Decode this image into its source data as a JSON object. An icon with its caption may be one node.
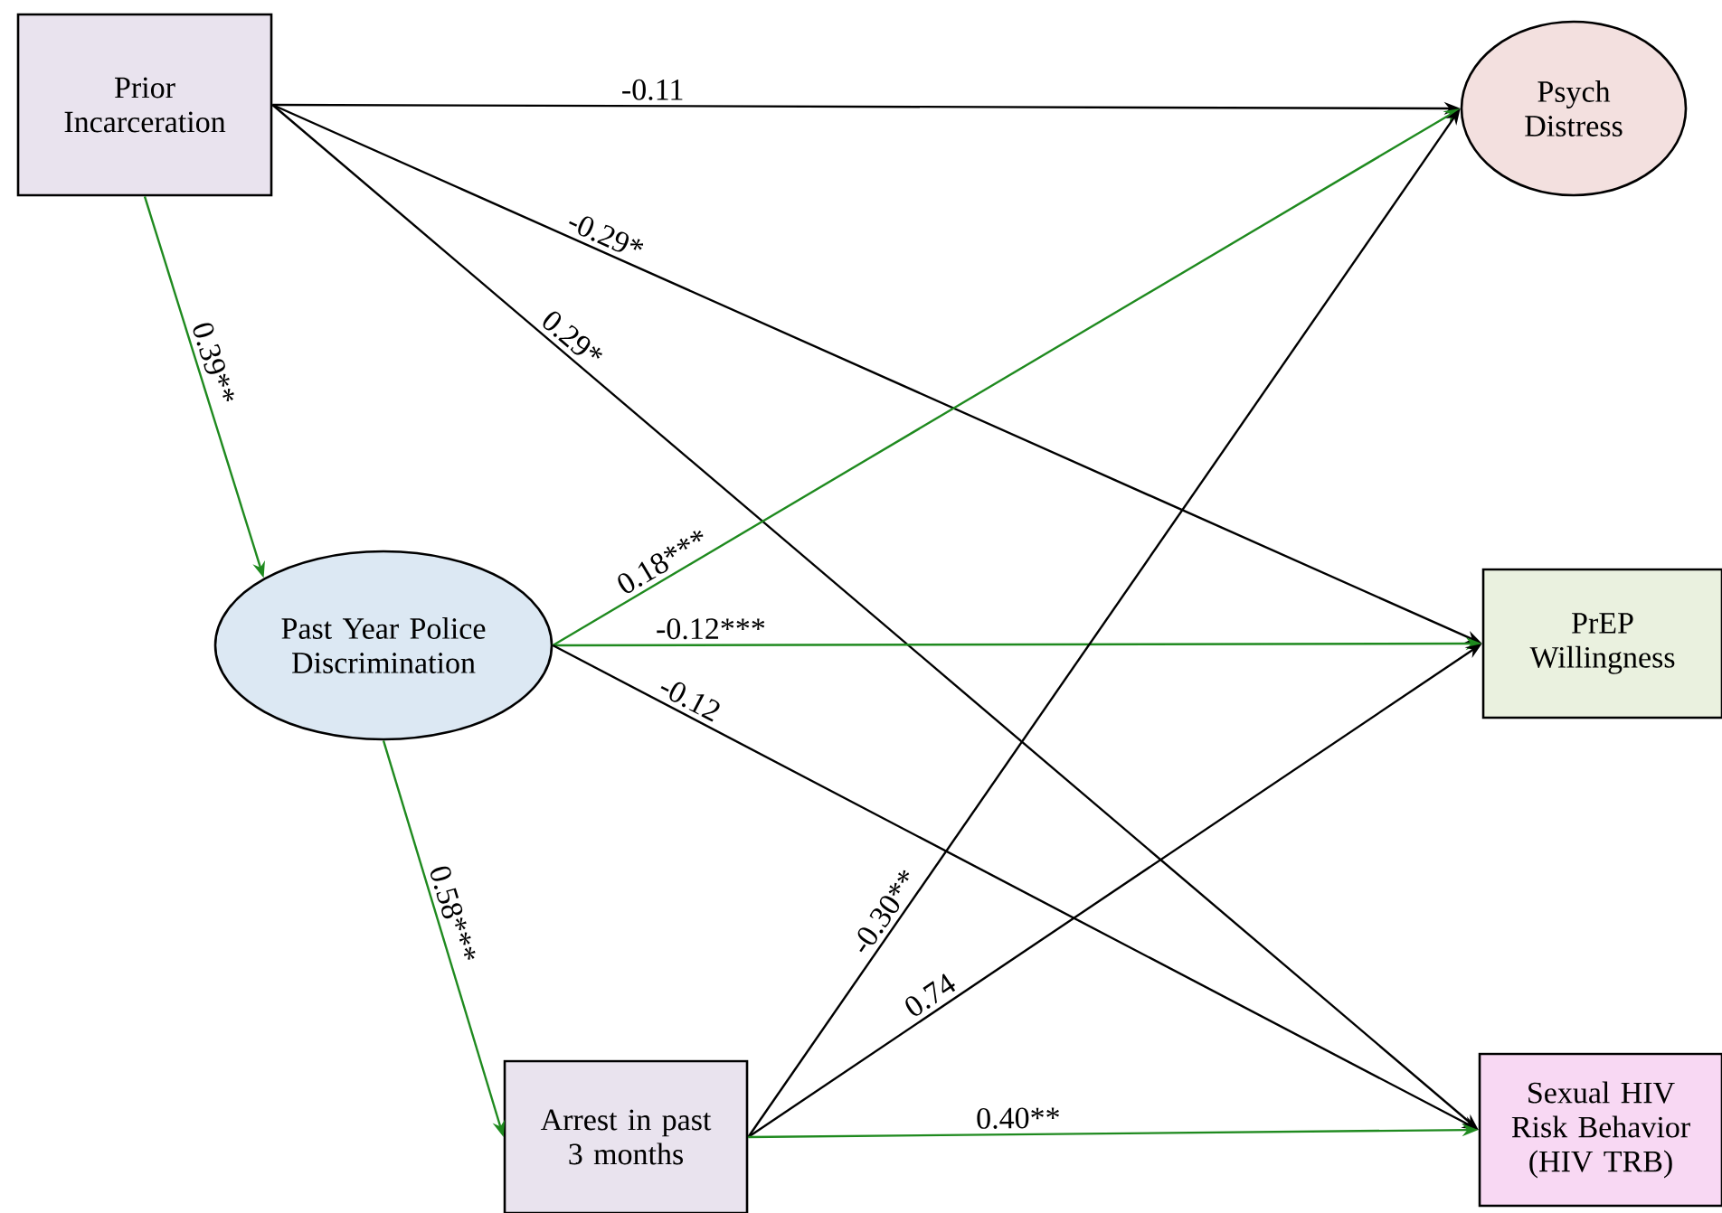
{
  "diagram": {
    "nodes": [
      {
        "text": [
          "Prior Incarceration"
        ]
      },
      {
        "text": [
          "Psych Distress"
        ]
      },
      {
        "text": [
          "Past Year Police Discrimination"
        ]
      },
      {
        "text": [
          "PrEP Willingness"
        ]
      },
      {
        "text": [
          "Arrest in past 3 months"
        ]
      },
      {
        "text": [
          "Sexual HIV Risk Behavior (HIV TRB)"
        ]
      }
    ],
    "edges": [
      {
        "from": 0,
        "to": 1,
        "arrow": "to",
        "label": "-0.11"
      },
      {
        "from": 0,
        "to": 3,
        "arrow": "to",
        "label": "-0.29*"
      },
      {
        "from": 0,
        "to": 5,
        "arrow": "to",
        "label": "0.29*"
      },
      {
        "from": 0,
        "to": 2,
        "arrow": "to",
        "label": "0.39**",
        "color": "#1f8a1f"
      },
      {
        "from": 2,
        "to": 1,
        "arrow": "to",
        "label": "0.18***",
        "color": "#1f8a1f"
      },
      {
        "from": 2,
        "to": 3,
        "arrow": "to",
        "label": "-0.12***",
        "color": "#1f8a1f"
      },
      {
        "from": 2,
        "to": 5,
        "arrow": "to",
        "label": "-0.12"
      },
      {
        "from": 2,
        "to": 4,
        "arrow": "to",
        "label": "0.58***",
        "color": "#1f8a1f"
      },
      {
        "from": 4,
        "to": 1,
        "arrow": "to",
        "label": "-0.30**"
      },
      {
        "from": 4,
        "to": 3,
        "arrow": "to",
        "label": "0.74"
      },
      {
        "from": 4,
        "to": 5,
        "arrow": "to",
        "label": "0.40**",
        "color": "#1f8a1f"
      }
    ]
  }
}
